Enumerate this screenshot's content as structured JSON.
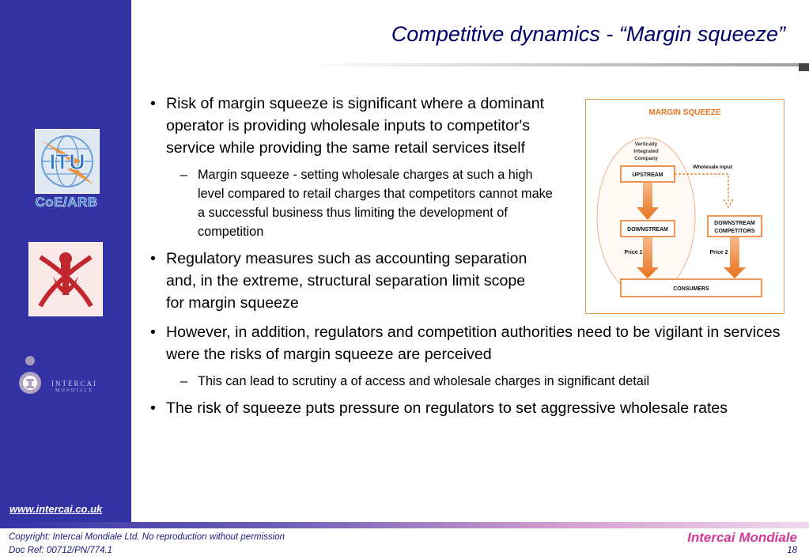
{
  "slide": {
    "title": "Competitive dynamics - “Margin squeeze”",
    "page_number": "18"
  },
  "sidebar": {
    "itu_text": "CoE/ARB",
    "itu_globe_text": "ITU",
    "intercai_word": "INTERCAI",
    "mondiale_word": "MONDIALE",
    "url": "www.intercai.co.uk"
  },
  "content": {
    "bullets": [
      {
        "text": "Risk of margin squeeze is significant where a dominant operator is providing wholesale inputs to competitor's service while providing the same retail services itself",
        "sub": "Margin squeeze - setting wholesale charges at such a high level compared to retail charges that competitors cannot make a successful business thus limiting the development of competition"
      },
      {
        "text": "Regulatory measures such as accounting separation and, in the extreme, structural separation limit scope for margin squeeze"
      },
      {
        "text": "However, in addition, regulators and competition authorities need to be vigilant in services were the risks of margin squeeze are perceived",
        "sub": "This can lead to scrutiny a of access and wholesale charges in significant detail"
      },
      {
        "text": "The risk of squeeze puts pressure on regulators to set aggressive wholesale rates"
      }
    ]
  },
  "diagram": {
    "title": "MARGIN SQUEEZE",
    "vic_line1": "Vertically",
    "vic_line2": "Integrated",
    "vic_line3": "Company",
    "upstream": "UPSTREAM",
    "downstream": "DOWNSTREAM",
    "competitors_line1": "DOWNSTREAM",
    "competitors_line2": "COMPETITORS",
    "wholesale_input": "Wholesale input",
    "price1": "Price 1",
    "price2": "Price 2",
    "consumers": "CONSUMERS"
  },
  "footer": {
    "copyright": "Copyright: Intercai Mondiale Ltd. No reproduction without permission",
    "doc_ref": "Doc Ref: 00712/PN/774.1",
    "brand": "Intercai Mondiale"
  },
  "colors": {
    "sidebar": "#3333a6",
    "title_text": "#000066",
    "diagram_accent": "#e8731f",
    "brand_pink": "#d23a9c"
  }
}
